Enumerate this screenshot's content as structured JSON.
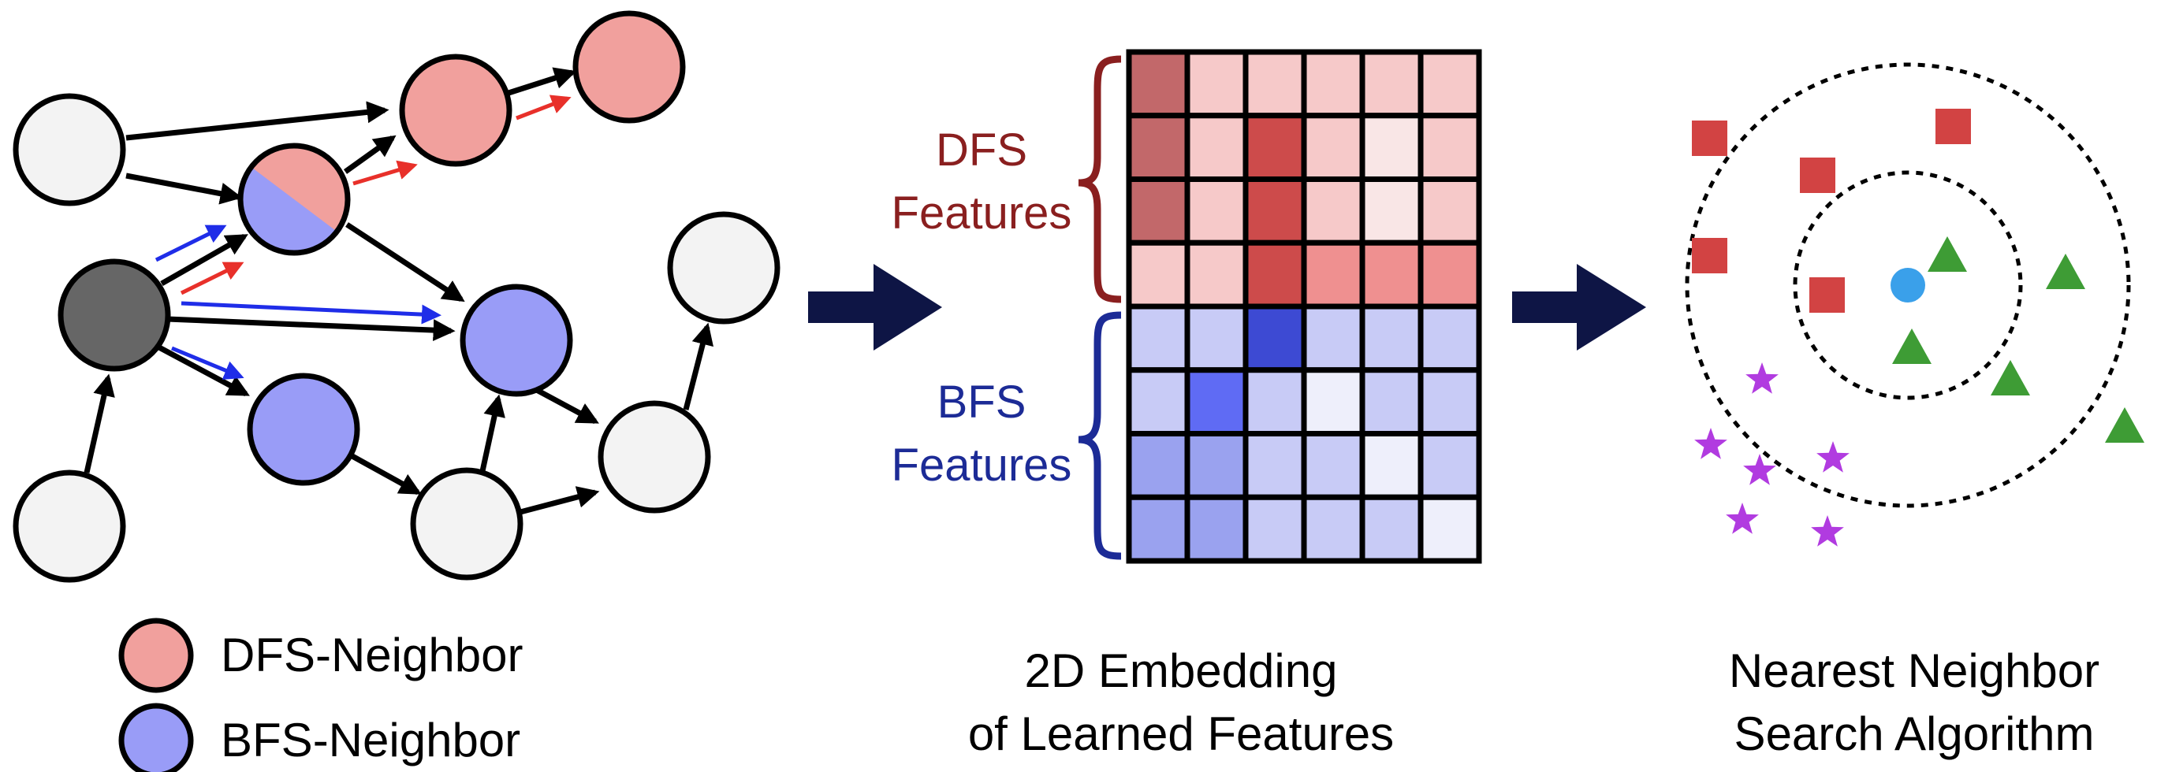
{
  "colors": {
    "dfs_neighbor": "#f1a09d",
    "bfs_neighbor": "#999cf7",
    "source_node": "#666666",
    "plain_node": "#f3f3f3",
    "dfs_walk": "#e8302a",
    "bfs_walk": "#1f2de8",
    "dfs_text": "#8a1f1f",
    "bfs_text": "#1c2b96",
    "big_arrow": "#0e1545",
    "nn_square": "#d24343",
    "nn_triangle": "#3e9c35",
    "nn_star": "#b13be0",
    "nn_query": "#3aa0ea"
  },
  "legend": {
    "dfs_label": "DFS-Neighbor",
    "bfs_label": "BFS-Neighbor"
  },
  "embedding": {
    "dfs_group_label": [
      "DFS",
      "Features"
    ],
    "bfs_group_label": [
      "BFS",
      "Features"
    ],
    "caption": [
      "2D Embedding",
      "of Learned Features"
    ],
    "cell_colors": [
      [
        "#c2686a",
        "#f6c9c9",
        "#f6c9c9",
        "#f6c9c9",
        "#f6c9c9",
        "#f6c9c9"
      ],
      [
        "#c2686a",
        "#f6c9c9",
        "#cd4b4b",
        "#f6c9c9",
        "#f9e6e6",
        "#f6c9c9"
      ],
      [
        "#c2686a",
        "#f6c9c9",
        "#cd4b4b",
        "#f6c9c9",
        "#f9e6e6",
        "#f6c9c9"
      ],
      [
        "#f6c9c9",
        "#f6c9c9",
        "#cd4b4b",
        "#ef9090",
        "#ef9090",
        "#ef9090"
      ],
      [
        "#c8cbf6",
        "#c8cbf6",
        "#3d4ad3",
        "#c8cbf6",
        "#c8cbf6",
        "#c8cbf6"
      ],
      [
        "#c8cbf6",
        "#5f6bf4",
        "#c8cbf6",
        "#eeeffb",
        "#c8cbf6",
        "#c8cbf6"
      ],
      [
        "#9aa2ef",
        "#9aa2ef",
        "#c8cbf6",
        "#c8cbf6",
        "#eeeffb",
        "#c8cbf6"
      ],
      [
        "#9aa2ef",
        "#9aa2ef",
        "#c8cbf6",
        "#c8cbf6",
        "#c8cbf6",
        "#eeeffb"
      ]
    ]
  },
  "nearest_neighbor": {
    "caption": [
      "Nearest Neighbor",
      "Search Algorithm"
    ]
  }
}
